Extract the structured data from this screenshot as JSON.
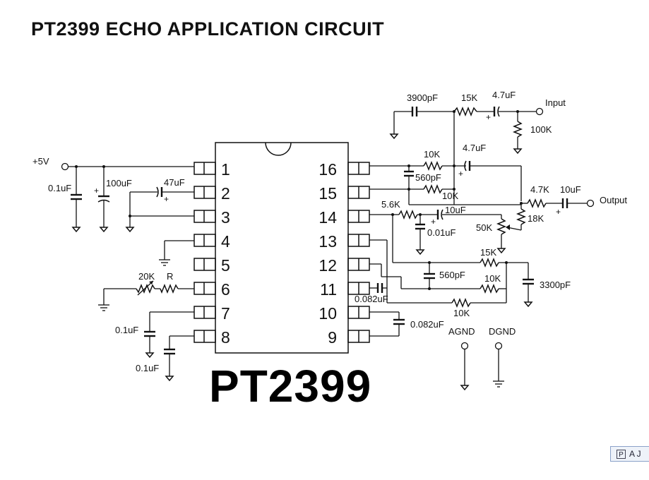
{
  "title": "PT2399 ECHO APPLICATION CIRCUIT",
  "chip_name": "PT2399",
  "pins_left": [
    "1",
    "2",
    "3",
    "4",
    "5",
    "6",
    "7",
    "8"
  ],
  "pins_right": [
    "16",
    "15",
    "14",
    "13",
    "12",
    "11",
    "10",
    "9"
  ],
  "labels": {
    "vcc": "+5V",
    "c_vcc_small": "0.1uF",
    "c_vcc_big": "100uF",
    "c_47": "47uF",
    "r_20k": "20K",
    "r_r": "R",
    "c_pin7": "0.1uF",
    "c_pin8": "0.1uF",
    "c_3900": "3900pF",
    "r_15k_in": "15K",
    "c_47_in": "4.7uF",
    "input": "Input",
    "r_100k": "100K",
    "r_10k_a": "10K",
    "c_47_b": "4.7uF",
    "c_560_a": "560pF",
    "r_10k_b": "10K",
    "r_47k": "4.7K",
    "c_10_out": "10uF",
    "output": "Output",
    "r_18k": "18K",
    "r_56k": "5.6K",
    "c_10_14": "10uF",
    "c_001": "0.01uF",
    "pot_50k": "50K",
    "r_15k_b": "15K",
    "c_560_b": "560pF",
    "r_10k_c": "10K",
    "c_3300": "3300pF",
    "c_0082_a": "0.082uF",
    "r_10k_d": "10K",
    "c_0082_b": "0.082uF",
    "agnd": "AGND",
    "dgnd": "DGND"
  },
  "corner_widget": {
    "icon": "P",
    "text": "A J"
  }
}
